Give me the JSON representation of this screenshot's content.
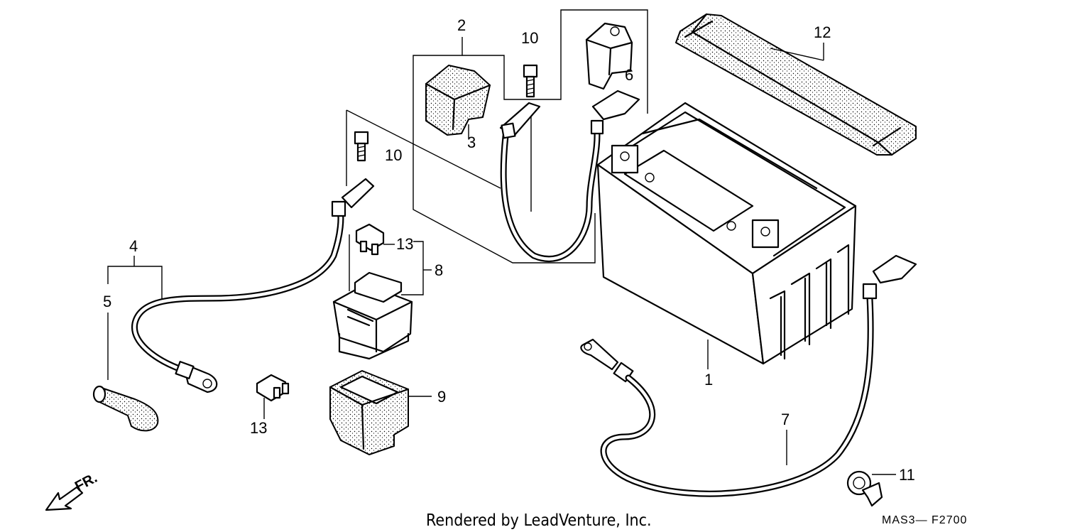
{
  "diagram": {
    "callouts": {
      "c1": "1",
      "c2": "2",
      "c3": "3",
      "c4": "4",
      "c5": "5",
      "c6": "6",
      "c7": "7",
      "c8": "8",
      "c9": "9",
      "c10a": "10",
      "c10b": "10",
      "c11": "11",
      "c12": "12",
      "c13a": "13",
      "c13b": "13"
    },
    "direction_label": "FR.",
    "credit": "Rendered by LeadVenture, Inc.",
    "diagram_code": "MAS3— F2700"
  }
}
